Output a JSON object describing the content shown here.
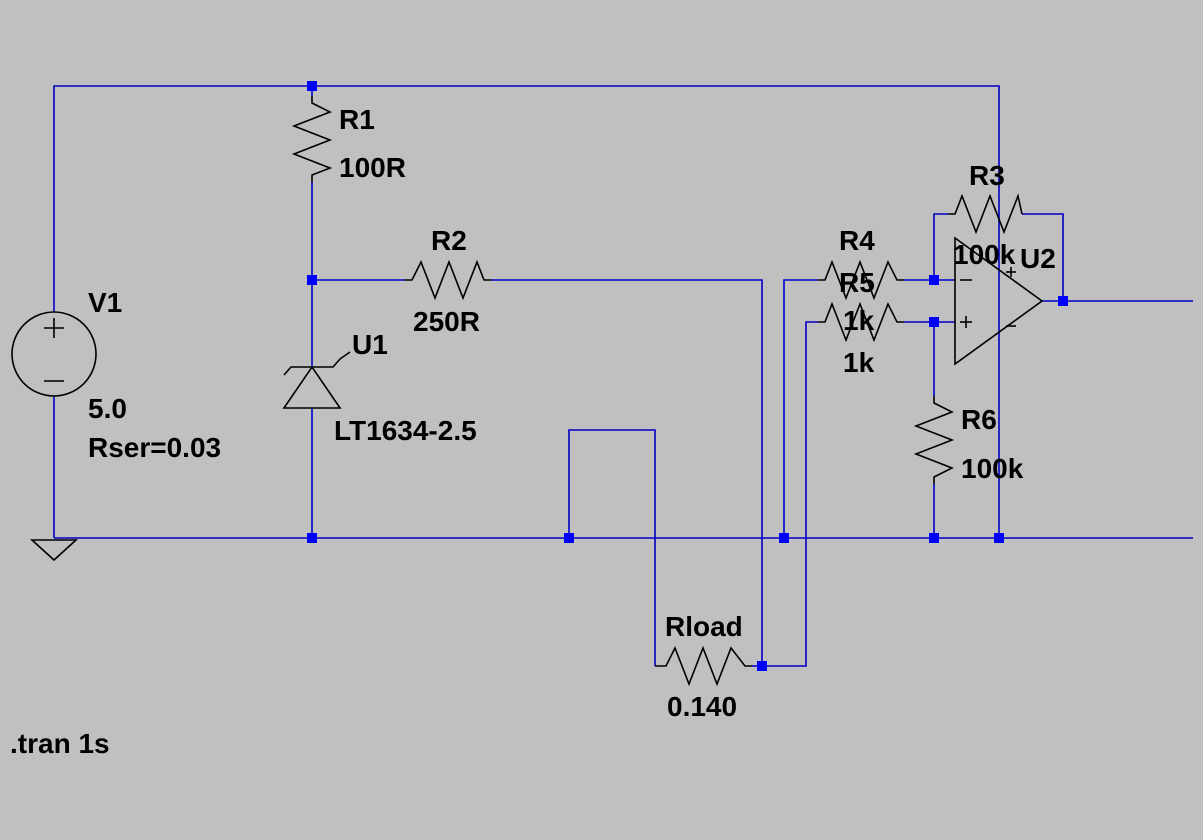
{
  "colors": {
    "background": "#c0c0c0",
    "wire": "#0000c8",
    "junction": "#0000ff",
    "component": "#000000"
  },
  "components": {
    "v1": {
      "name": "V1",
      "value": "5.0",
      "extra": "Rser=0.03"
    },
    "r1": {
      "name": "R1",
      "value": "100R"
    },
    "r2": {
      "name": "R2",
      "value": "250R"
    },
    "u1": {
      "name": "U1",
      "value": "LT1634-2.5"
    },
    "r3": {
      "name": "R3",
      "value": "100k"
    },
    "r4": {
      "name": "R4",
      "value": "1k"
    },
    "r5": {
      "name": "R5",
      "value": "1k"
    },
    "r6": {
      "name": "R6",
      "value": "100k"
    },
    "u2": {
      "name": "U2"
    },
    "rload": {
      "name": "Rload",
      "value": "0.140"
    }
  },
  "directive": ".tran 1s"
}
